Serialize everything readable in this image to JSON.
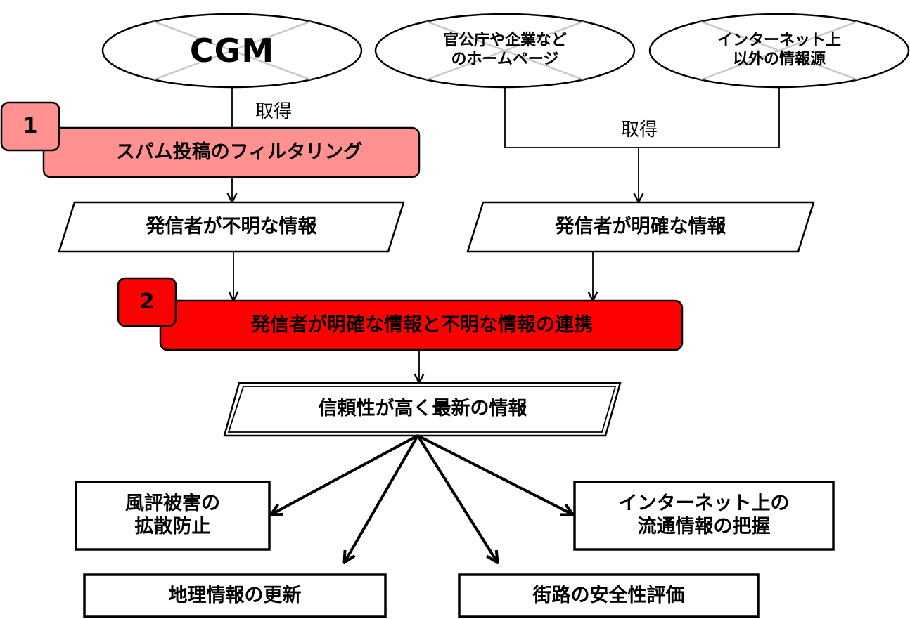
{
  "colors": {
    "step1_fill": "#ff9191",
    "step2_fill": "#ff0000",
    "stroke": "#000000",
    "ellipse_cross": "#c8c8c8"
  },
  "sources": {
    "cgm": "CGM",
    "homepages": "官公庁や企業など\nのホームページ",
    "offline": "インターネット上\n以外の情報源"
  },
  "labels": {
    "acquire_left": "取得",
    "acquire_right": "取得"
  },
  "steps": {
    "step1_number": "1",
    "step1_label": "スパム投稿のフィルタリング",
    "step2_number": "2",
    "step2_label": "発信者が明確な情報と不明な情報の連携"
  },
  "data_nodes": {
    "unknown_sender": "発信者が不明な情報",
    "known_sender": "発信者が明確な情報",
    "reliable_latest": "信頼性が高く最新の情報"
  },
  "outcomes": {
    "rumor_prevention": "風評被害の\n拡散防止",
    "internet_flow": "インターネット上の\n流通情報の把握",
    "geo_update": "地理情報の更新",
    "road_safety": "街路の安全性評価"
  }
}
